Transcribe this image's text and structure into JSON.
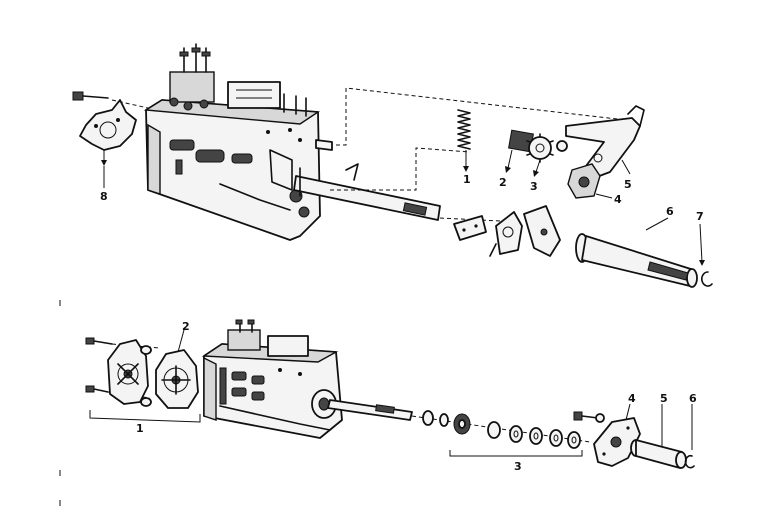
{
  "callouts_upper": [
    "1",
    "2",
    "3",
    "4",
    "5",
    "6",
    "7",
    "8"
  ],
  "callouts_lower": [
    "1",
    "2",
    "3",
    "4",
    "5",
    "6"
  ],
  "colors": {
    "ink": "#111111",
    "paper": "#ffffff"
  }
}
